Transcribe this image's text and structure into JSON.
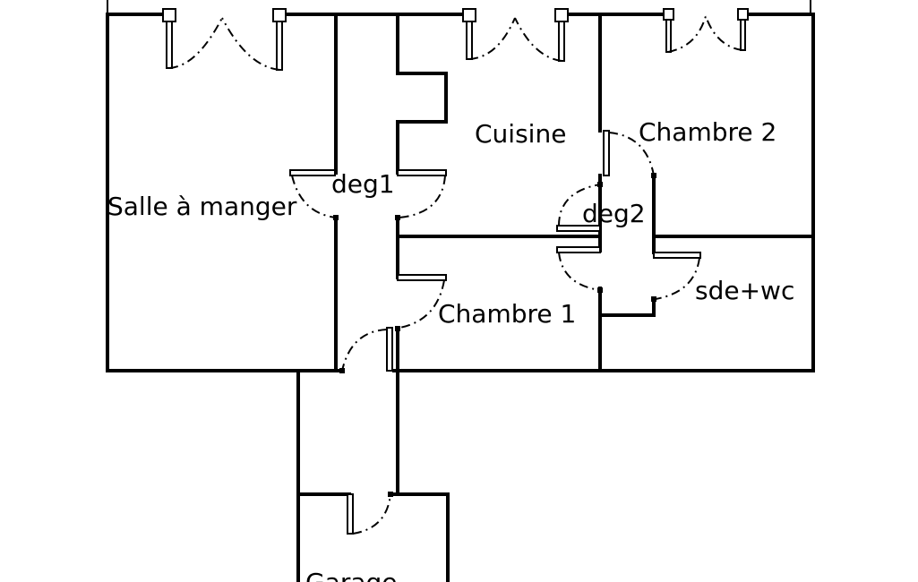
{
  "rooms": {
    "salle_a_manger": "Salle à manger",
    "deg1": "deg1",
    "cuisine": "Cuisine",
    "chambre_2": "Chambre 2",
    "deg2": "deg2",
    "sde_wc": "sde+wc",
    "chambre_1": "Chambre 1",
    "garage": "Garage"
  }
}
